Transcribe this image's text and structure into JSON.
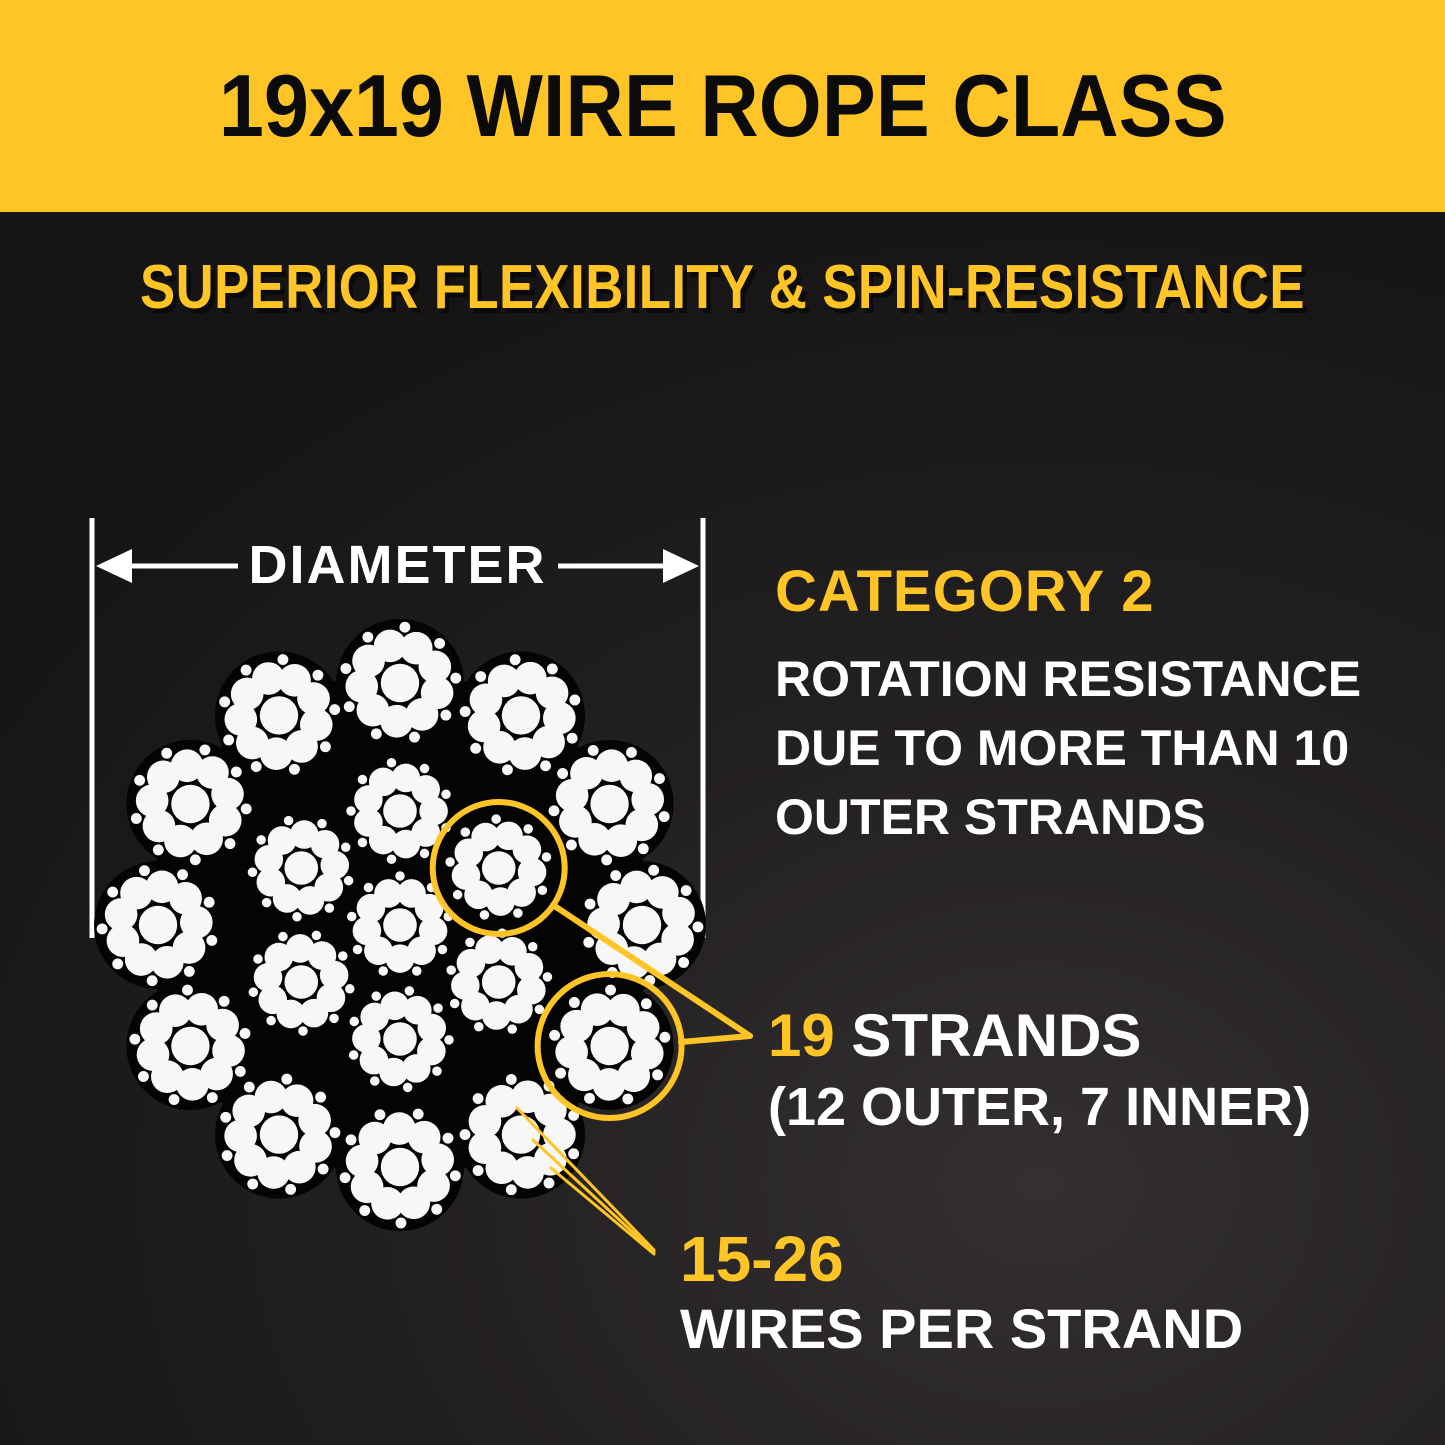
{
  "header": {
    "title": "19x19 WIRE ROPE CLASS"
  },
  "subtitle": "SUPERIOR FLEXIBILITY & SPIN-RESISTANCE",
  "diagram": {
    "diameter_label": "DIAMETER",
    "strand_count_total": 19,
    "strand_count_outer": 12,
    "strand_count_inner": 7
  },
  "info": {
    "category_title": "CATEGORY 2",
    "category_desc_lines": [
      "ROTATION RESISTANCE",
      "DUE TO MORE THAN 10",
      "OUTER STRANDS"
    ],
    "strands_value": "19",
    "strands_label": "STRANDS",
    "strands_detail": "(12 OUTER, 7 INNER)",
    "wires_value": "15-26",
    "wires_label": "WIRES PER STRAND"
  },
  "colors": {
    "accent": "#FFC425",
    "banner_background": "#FFC425",
    "background_dark": "#1f1d1d",
    "rope_black": "#040404",
    "text_white": "#FFFFFF",
    "title_black": "#0B0B0B"
  }
}
